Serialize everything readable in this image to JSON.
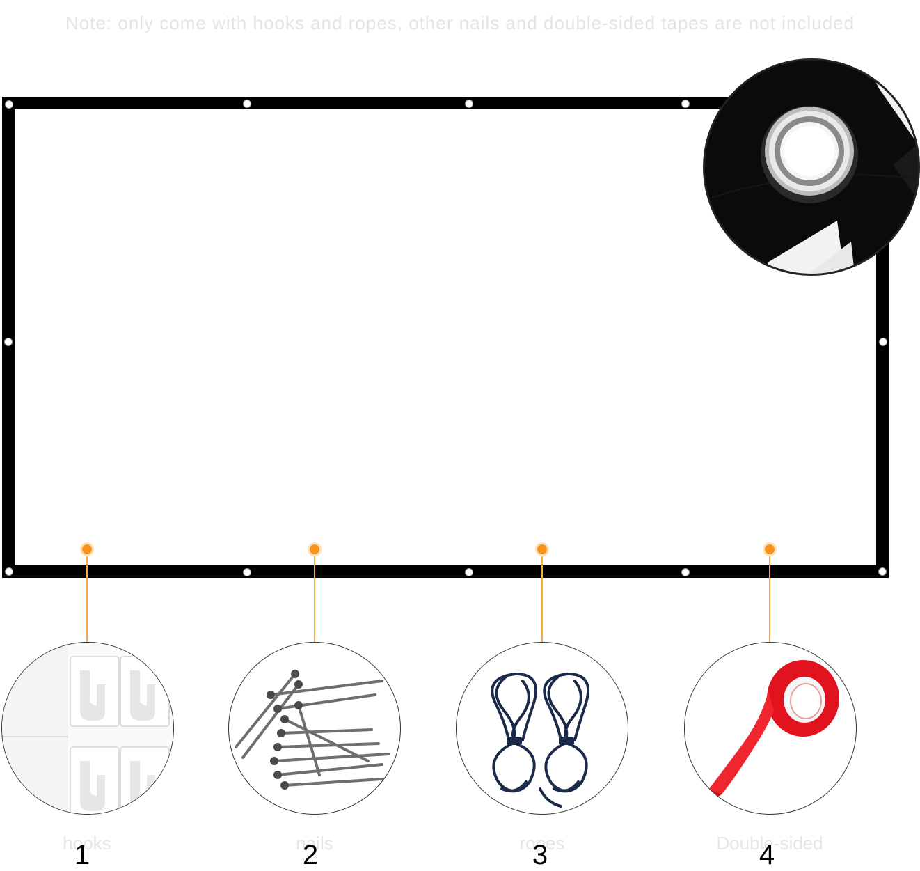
{
  "caption": "Note: only come with hooks and ropes, other nails and double-sided tapes are not included",
  "screen": {
    "border_color": "#000000",
    "surface_color": "#ffffff",
    "grommet_count": 12
  },
  "zoom_detail": {
    "icon": "grommet-closeup-icon"
  },
  "accent_color": "#f7931e",
  "accessories": [
    {
      "number": "1",
      "label": "hooks",
      "icon": "adhesive-hooks-icon"
    },
    {
      "number": "2",
      "label": "nails",
      "icon": "nails-icon"
    },
    {
      "number": "3",
      "label": "ropes",
      "icon": "rope-icon"
    },
    {
      "number": "4",
      "label": "Double-sided",
      "icon": "red-tape-icon"
    }
  ]
}
